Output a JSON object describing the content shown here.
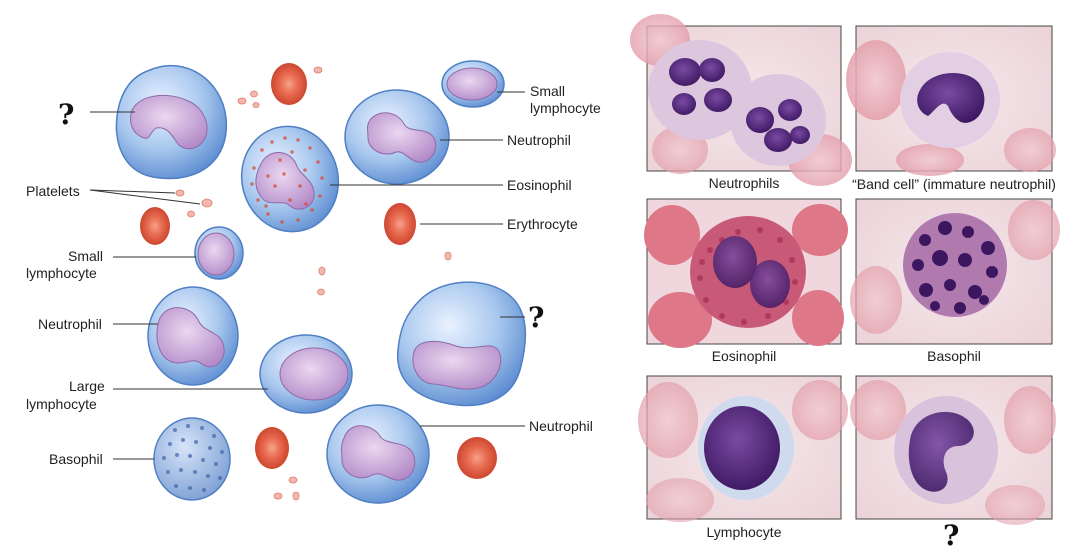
{
  "illustration": {
    "labels": {
      "small_lymphocyte_top_line1": "Small",
      "small_lymphocyte_top_line2": "lymphocyte",
      "neutrophil_top": "Neutrophil",
      "eosinophil": "Eosinophil",
      "erythrocyte": "Erythrocyte",
      "platelets": "Platelets",
      "small_lymphocyte_left_line1": "Small",
      "small_lymphocyte_left_line2": "lymphocyte",
      "neutrophil_left": "Neutrophil",
      "large_lymphocyte_line1": "Large",
      "large_lymphocyte_line2": "lymphocyte",
      "basophil": "Basophil",
      "neutrophil_bottom": "Neutrophil"
    },
    "unknown_marks": [
      "?",
      "?"
    ]
  },
  "micrographs": {
    "captions": [
      "Neutrophils",
      "“Band cell” (immature neutrophil)",
      "Eosinophil",
      "Basophil",
      "Lymphocyte"
    ],
    "unknown_mark": "?"
  },
  "colors": {
    "wbc_fill": "#a9c8ee",
    "wbc_edge": "#4f7fc4",
    "nucleus_fill": "#c8a9d8",
    "rbc": "#e0523a",
    "stain_purple": "#4b1f70",
    "rbc_pink": "#e8a8b4"
  }
}
